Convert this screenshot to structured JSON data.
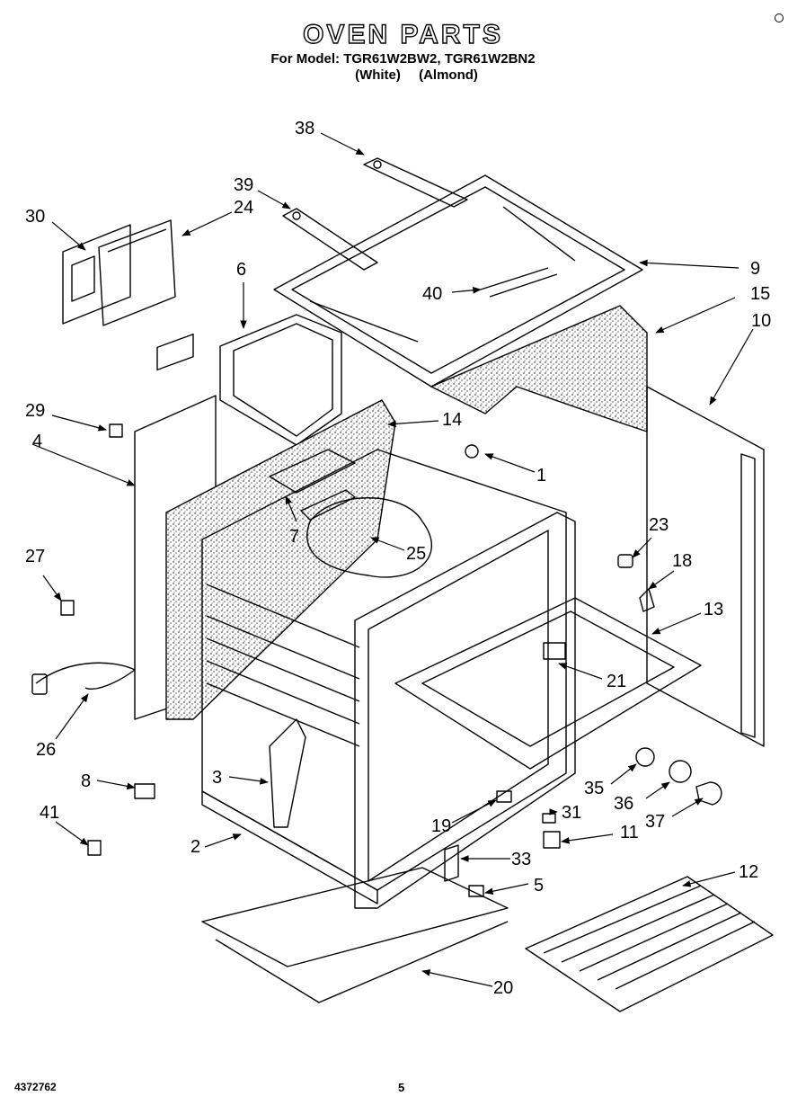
{
  "header": {
    "title": "OVEN PARTS",
    "model_line": "For Model: TGR61W2BW2, TGR61W2BN2",
    "variant_white": "(White)",
    "variant_almond": "(Almond)"
  },
  "callouts": [
    {
      "id": "label-38",
      "text": "38"
    },
    {
      "id": "label-39",
      "text": "39"
    },
    {
      "id": "label-30",
      "text": "30"
    },
    {
      "id": "label-24",
      "text": "24"
    },
    {
      "id": "label-6",
      "text": "6"
    },
    {
      "id": "label-9",
      "text": "9"
    },
    {
      "id": "label-40",
      "text": "40"
    },
    {
      "id": "label-15",
      "text": "15"
    },
    {
      "id": "label-10",
      "text": "10"
    },
    {
      "id": "label-29",
      "text": "29"
    },
    {
      "id": "label-14",
      "text": "14"
    },
    {
      "id": "label-4",
      "text": "4"
    },
    {
      "id": "label-1",
      "text": "1"
    },
    {
      "id": "label-7",
      "text": "7"
    },
    {
      "id": "label-23",
      "text": "23"
    },
    {
      "id": "label-25",
      "text": "25"
    },
    {
      "id": "label-27",
      "text": "27"
    },
    {
      "id": "label-18",
      "text": "18"
    },
    {
      "id": "label-13",
      "text": "13"
    },
    {
      "id": "label-21",
      "text": "21"
    },
    {
      "id": "label-26",
      "text": "26"
    },
    {
      "id": "label-8",
      "text": "8"
    },
    {
      "id": "label-3",
      "text": "3"
    },
    {
      "id": "label-35",
      "text": "35"
    },
    {
      "id": "label-36",
      "text": "36"
    },
    {
      "id": "label-37",
      "text": "37"
    },
    {
      "id": "label-31",
      "text": "31"
    },
    {
      "id": "label-19",
      "text": "19"
    },
    {
      "id": "label-41",
      "text": "41"
    },
    {
      "id": "label-11",
      "text": "11"
    },
    {
      "id": "label-2",
      "text": "2"
    },
    {
      "id": "label-33",
      "text": "33"
    },
    {
      "id": "label-12",
      "text": "12"
    },
    {
      "id": "label-5",
      "text": "5"
    },
    {
      "id": "label-20",
      "text": "20"
    }
  ],
  "footer": {
    "doc_number": "4372762",
    "page_number": "5"
  }
}
